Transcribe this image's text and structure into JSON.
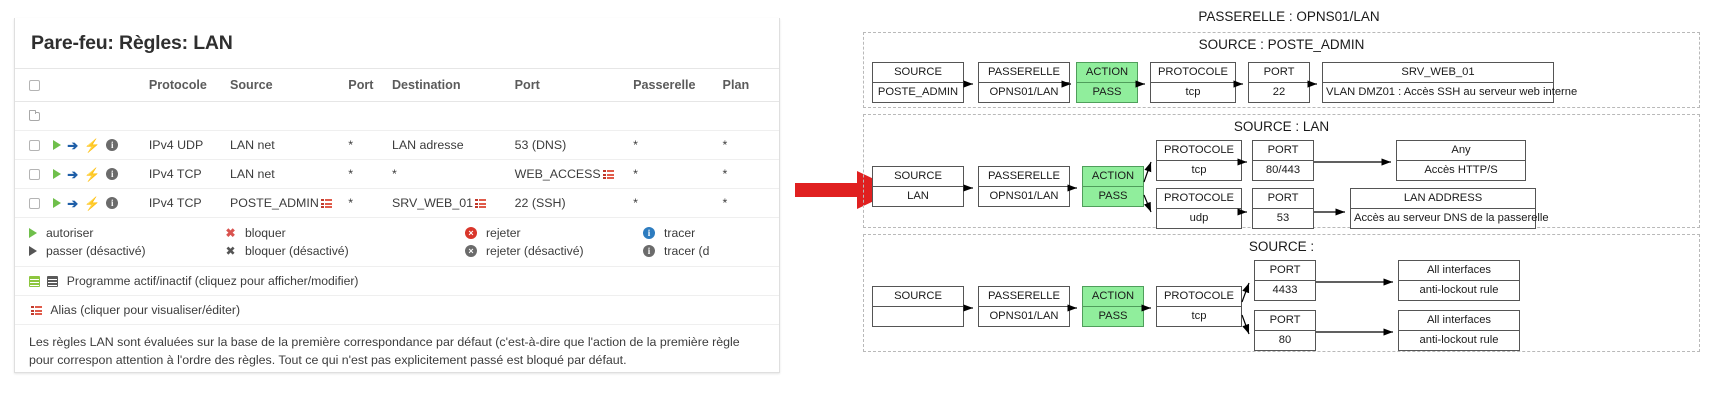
{
  "left_panel": {
    "title": "Pare-feu: Règles: LAN",
    "columns": [
      "",
      "",
      "Protocole",
      "Source",
      "Port",
      "Destination",
      "Port",
      "Passerelle",
      "Plan"
    ],
    "rows": [
      {
        "protocole": "IPv4 UDP",
        "source": "LAN net",
        "source_alias": false,
        "port": "*",
        "destination": "LAN adresse",
        "destination_alias": false,
        "dest_port": "53 (DNS)",
        "dest_port_alias": false,
        "passerelle": "*",
        "plan": "*"
      },
      {
        "protocole": "IPv4 TCP",
        "source": "LAN net",
        "source_alias": false,
        "port": "*",
        "destination": "*",
        "destination_alias": false,
        "dest_port": "WEB_ACCESS",
        "dest_port_alias": true,
        "passerelle": "*",
        "plan": "*"
      },
      {
        "protocole": "IPv4 TCP",
        "source": "POSTE_ADMIN",
        "source_alias": true,
        "port": "*",
        "destination": "SRV_WEB_01",
        "destination_alias": true,
        "dest_port": "22 (SSH)",
        "dest_port_alias": false,
        "passerelle": "*",
        "plan": "*"
      }
    ],
    "legend": {
      "pass": "autoriser",
      "pass_disabled": "passer (désactivé)",
      "block": "bloquer",
      "block_disabled": "bloquer (désactivé)",
      "reject": "rejeter",
      "reject_disabled": "rejeter (désactivé)",
      "log": "tracer",
      "log_disabled": "tracer (d"
    },
    "schedule_note": "Programme actif/inactif (cliquez pour afficher/modifier)",
    "alias_note": "Alias (cliquer pour visualiser/éditer)",
    "description": "Les règles LAN sont évaluées sur la base de la première correspondance par défaut (c'est-à-dire que l'action de la première règle pour correspon attention à l'ordre des règles. Tout ce qui n'est pas explicitement passé est bloqué par défaut."
  },
  "diagram": {
    "gateway_title": "PASSERELLE : OPNS01/LAN",
    "groups": [
      {
        "title": "SOURCE : POSTE_ADMIN",
        "nodes": {
          "source": {
            "head": "SOURCE",
            "body": "POSTE_ADMIN"
          },
          "gateway": {
            "head": "PASSERELLE",
            "body": "OPNS01/LAN"
          },
          "action": {
            "head": "ACTION",
            "body": "PASS"
          },
          "protocol": {
            "head": "PROTOCOLE",
            "body": "tcp"
          },
          "port": {
            "head": "PORT",
            "body": "22"
          },
          "dest": {
            "head": "SRV_WEB_01",
            "body": "VLAN DMZ01 : Accès SSH au serveur web interne"
          }
        }
      },
      {
        "title": "SOURCE : LAN",
        "nodes": {
          "source": {
            "head": "SOURCE",
            "body": "LAN"
          },
          "gateway": {
            "head": "PASSERELLE",
            "body": "OPNS01/LAN"
          },
          "action": {
            "head": "ACTION",
            "body": "PASS"
          },
          "protocol_a": {
            "head": "PROTOCOLE",
            "body": "tcp"
          },
          "port_a": {
            "head": "PORT",
            "body": "80/443"
          },
          "dest_a": {
            "head": "Any",
            "body": "Accès HTTP/S"
          },
          "protocol_b": {
            "head": "PROTOCOLE",
            "body": "udp"
          },
          "port_b": {
            "head": "PORT",
            "body": "53"
          },
          "dest_b": {
            "head": "LAN ADDRESS",
            "body": "Accès au serveur DNS de la passerelle"
          }
        }
      },
      {
        "title": "SOURCE :",
        "nodes": {
          "source": {
            "head": "SOURCE",
            "body": ""
          },
          "gateway": {
            "head": "PASSERELLE",
            "body": "OPNS01/LAN"
          },
          "action": {
            "head": "ACTION",
            "body": "PASS"
          },
          "protocol": {
            "head": "PROTOCOLE",
            "body": "tcp"
          },
          "port_a": {
            "head": "PORT",
            "body": "4433"
          },
          "dest_a": {
            "head": "All interfaces",
            "body": "anti-lockout rule"
          },
          "port_b": {
            "head": "PORT",
            "body": "80"
          },
          "dest_b": {
            "head": "All interfaces",
            "body": "anti-lockout rule"
          }
        }
      }
    ]
  },
  "colors": {
    "action_fill": "#90ee9c",
    "pass_green": "#6fbf4b",
    "alias_red": "#c0392b",
    "arrow_red": "#e02020",
    "link_blue": "#1f5fa8",
    "bolt_orange": "#f0a020"
  }
}
